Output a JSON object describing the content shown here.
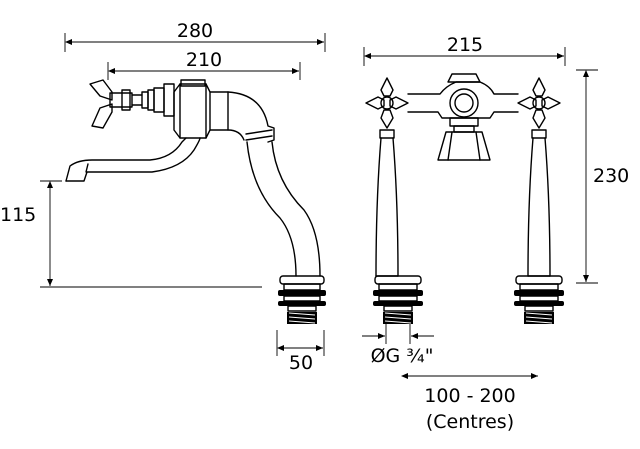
{
  "dimensions": {
    "overall_length": "280",
    "spout_reach": "210",
    "spout_height": "115",
    "base_offset": "50",
    "body_width": "215",
    "overall_height": "230",
    "thread": "ØG ¾\"",
    "centres_range": "100 - 200",
    "centres_note": "(Centres)"
  }
}
